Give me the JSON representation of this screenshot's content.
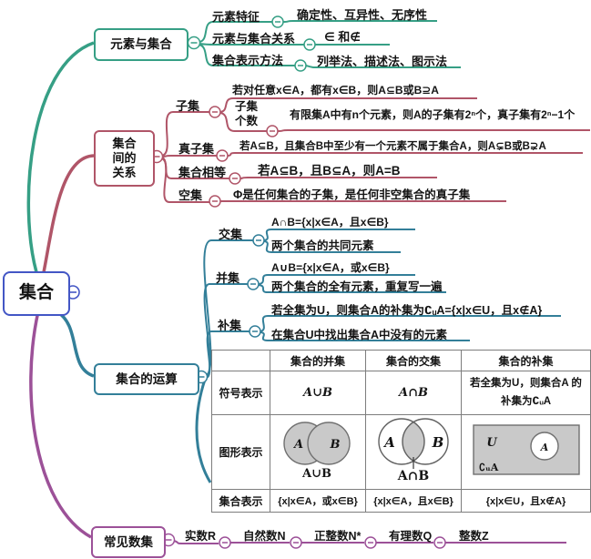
{
  "colors": {
    "root_border": "#4356c5",
    "branch_elements": "#369f85",
    "branch_relations": "#b05568",
    "branch_operations": "#337f99",
    "branch_numbersets": "#9c5198",
    "venn_fill": "#c9c9c9",
    "text": "#141414"
  },
  "root": {
    "label": "集合"
  },
  "branch_elements": {
    "title": "元素与集合",
    "feature_label": "元素特征",
    "feature_value": "确定性、互异性、无序性",
    "relation_label": "元素与集合关系",
    "relation_value": "∈ 和∉",
    "notation_label": "集合表示方法",
    "notation_value": "列举法、描述法、图示法"
  },
  "branch_relations": {
    "title": "集合\n间的\n关系",
    "subset_label": "子集",
    "subset_rule": "若对任意x∈A，都有x∈B，则A⊆B或B⊇A",
    "subset_count_label": "子集\n个数",
    "subset_count_rule": "有限集A中有n个元素，则A的子集有2ⁿ个，真子集有2ⁿ−1个",
    "proper_label": "真子集",
    "proper_rule": "若A⊆B，且集合B中至少有一个元素不属于集合A，则A⊊B或B⊋A",
    "equal_label": "集合相等",
    "equal_rule": "若A⊆B，且B⊆A，则A=B",
    "empty_label": "空集",
    "empty_rule": "Φ是任何集合的子集，是任何非空集合的真子集"
  },
  "branch_operations": {
    "title": "集合的运算",
    "intersection_label": "交集",
    "intersection_formula": "A∩B={x|x∈A，且x∈B}",
    "intersection_desc": "两个集合的共同元素",
    "union_label": "并集",
    "union_formula": "A∪B={x|x∈A，或x∈B}",
    "union_desc": "两个集合的全有元素，重复写一遍",
    "complement_label": "补集",
    "complement_formula": "若全集为U，则集合A的补集为∁ᵤA={x|x∈U，且x∉A}",
    "complement_desc": "在集合U中找出集合A中没有的元素"
  },
  "table": {
    "col_headers": [
      "集合的并集",
      "集合的交集",
      "集合的补集"
    ],
    "row_symbol": "符号表示",
    "row_graph": "图形表示",
    "row_set": "集合表示",
    "symbol_union": "A∪B",
    "symbol_intersection": "A∩B",
    "symbol_complement": "若全集为U，则集合A 的补集为∁ᵤA",
    "set_union": "{x|x∈A，或x∈B}",
    "set_intersection": "{x|x∈A，且x∈B}",
    "set_complement": "{x|x∈U，且x∉A}",
    "venn_a": "A",
    "venn_b": "B",
    "venn_u": "U",
    "venn_union_caption": "A∪B",
    "venn_intersection_caption": "A∩B",
    "venn_complement_caption": "∁ᵤA"
  },
  "branch_numbersets": {
    "title": "常见数集",
    "items": [
      "实数R",
      "自然数N",
      "正整数N*",
      "有理数Q",
      "整数Z"
    ]
  }
}
